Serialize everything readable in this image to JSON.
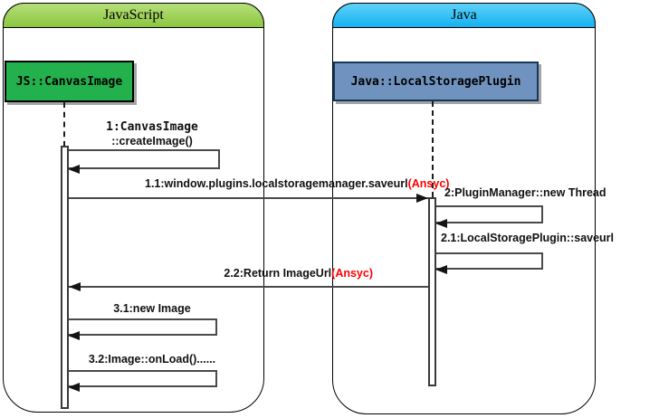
{
  "frames": {
    "javascript": {
      "label": "JavaScript",
      "header_color": "#8cc63f"
    },
    "java": {
      "label": "Java",
      "header_color": "#18b2f0"
    }
  },
  "objects": {
    "js_canvas_image": {
      "label": "JS::CanvasImage",
      "fill": "#22b14c"
    },
    "java_local_storage_plugin": {
      "label": "Java::LocalStoragePlugin",
      "fill": "#7092be"
    }
  },
  "messages": {
    "m1": {
      "line1": "1:CanvasImage",
      "line2": "::createImage()"
    },
    "m1_1": {
      "label": "1.1:window.plugins.localstoragemanager.saveurl",
      "suffix": "(Ansyc)",
      "suffix_color": "#ff0000"
    },
    "m2": {
      "label": "2:PluginManager::new Thread"
    },
    "m2_1": {
      "label": "2.1:LocalStoragePlugin::saveurl"
    },
    "m2_2": {
      "label": "2.2:Return ImageUrl",
      "suffix": "(Ansyc)",
      "suffix_color": "#ff0000"
    },
    "m3_1": {
      "label": "3.1:new Image"
    },
    "m3_2": {
      "label": "3.2:Image::onLoad()......"
    }
  }
}
